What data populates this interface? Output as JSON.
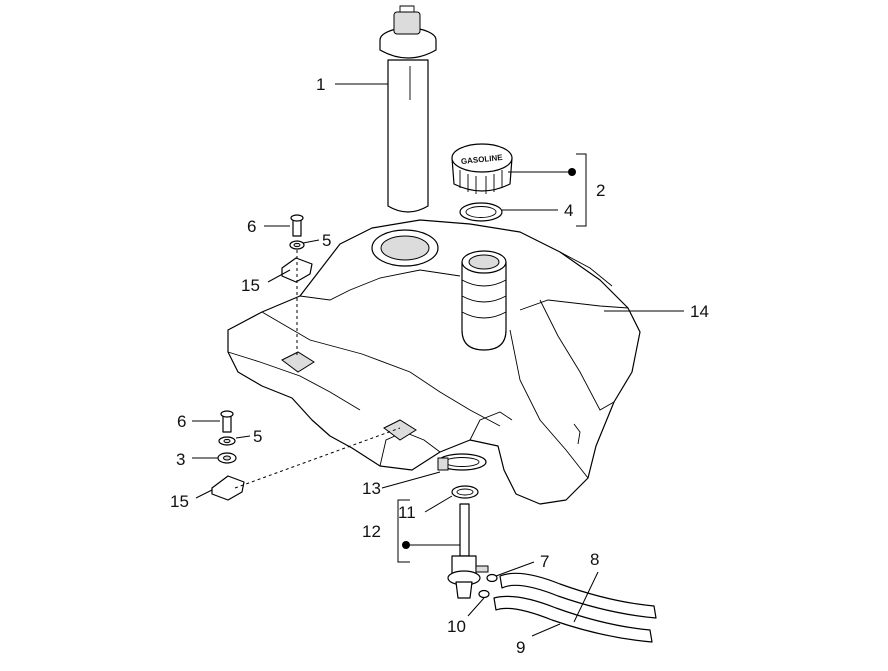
{
  "diagram": {
    "callouts": [
      {
        "id": "1",
        "label": "1"
      },
      {
        "id": "2",
        "label": "2"
      },
      {
        "id": "3",
        "label": "3"
      },
      {
        "id": "4",
        "label": "4"
      },
      {
        "id": "5a",
        "label": "5"
      },
      {
        "id": "5b",
        "label": "5"
      },
      {
        "id": "6a",
        "label": "6"
      },
      {
        "id": "6b",
        "label": "6"
      },
      {
        "id": "7",
        "label": "7"
      },
      {
        "id": "8",
        "label": "8"
      },
      {
        "id": "9",
        "label": "9"
      },
      {
        "id": "10",
        "label": "10"
      },
      {
        "id": "11",
        "label": "11"
      },
      {
        "id": "12",
        "label": "12"
      },
      {
        "id": "13",
        "label": "13"
      },
      {
        "id": "14",
        "label": "14"
      },
      {
        "id": "15a",
        "label": "15"
      },
      {
        "id": "15b",
        "label": "15"
      }
    ],
    "cap_lettering": "GASOLINE"
  }
}
